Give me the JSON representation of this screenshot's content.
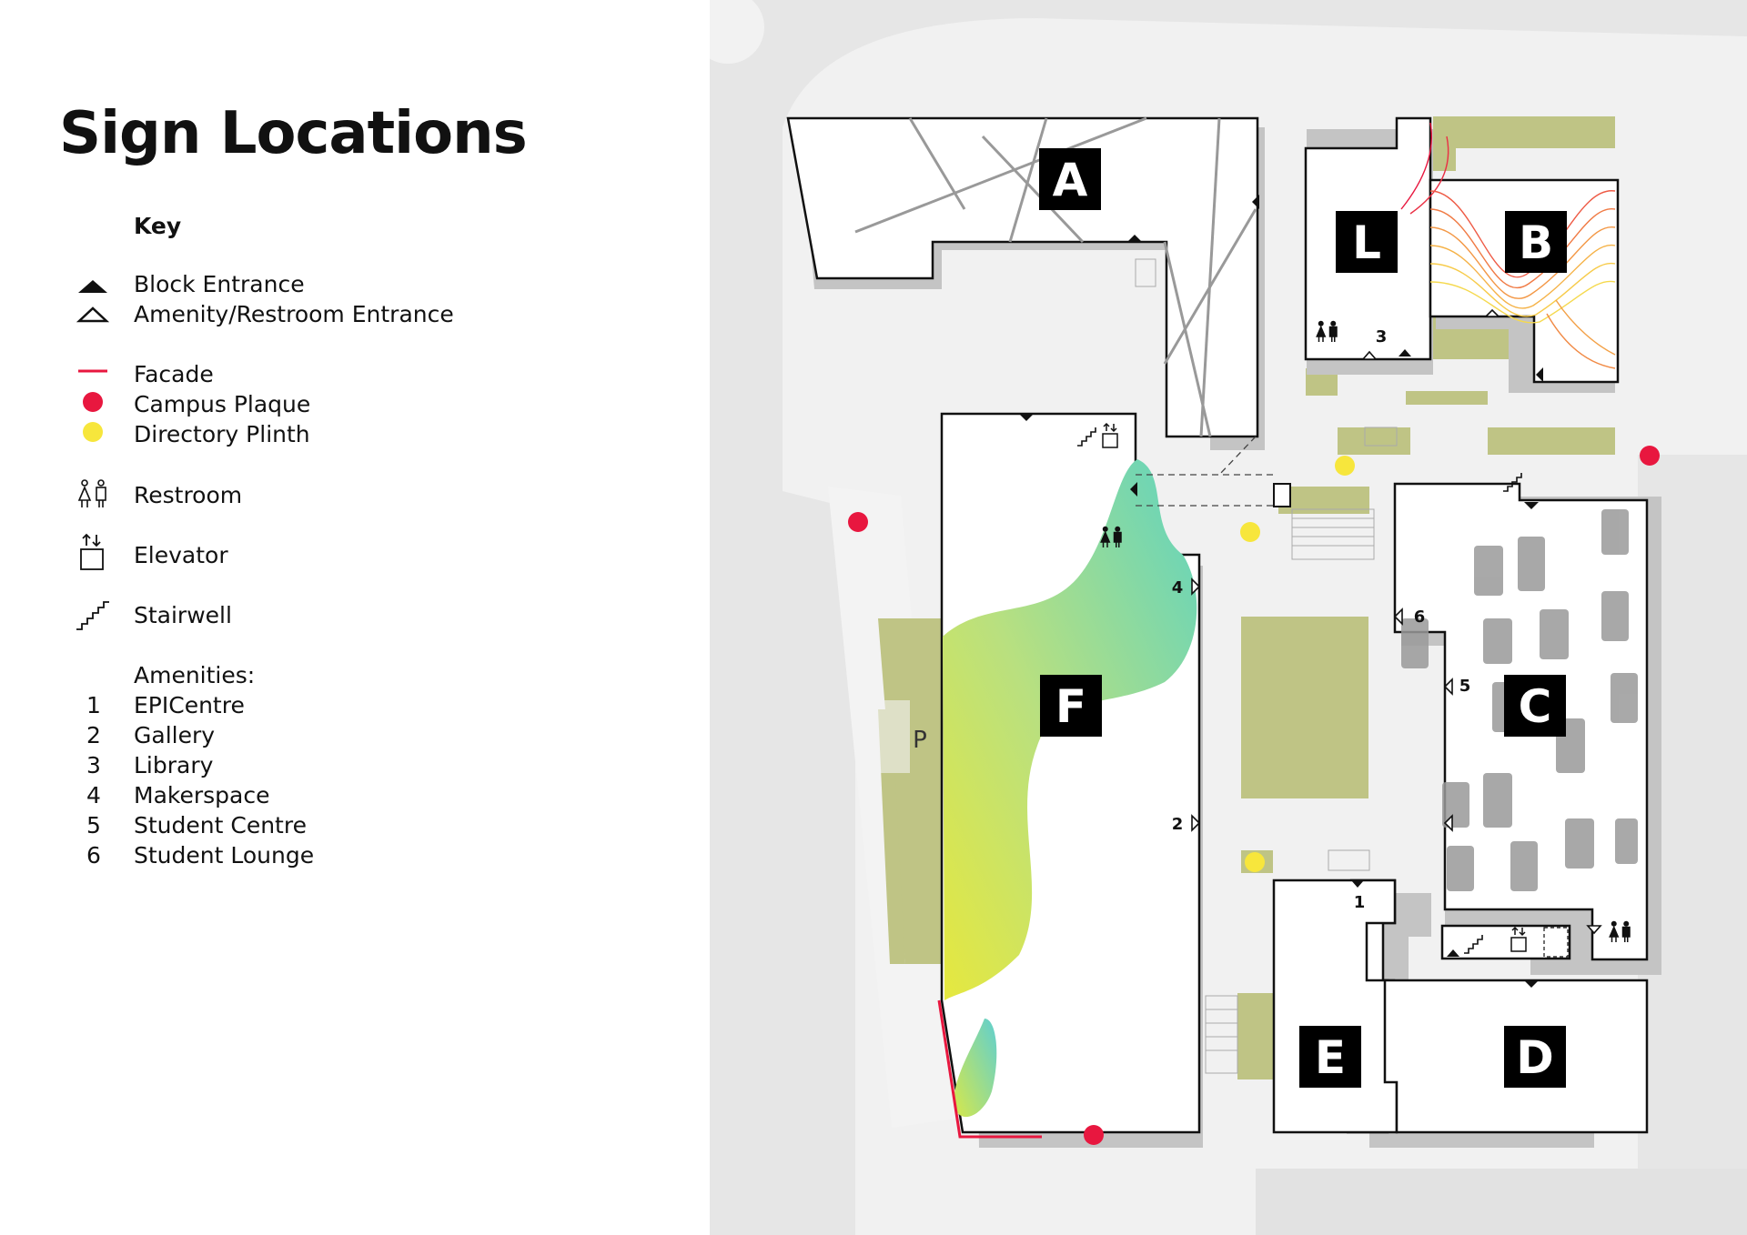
{
  "legend": {
    "title": "Sign Locations",
    "key_heading": "Key",
    "items": [
      {
        "icon": "block-entrance-icon",
        "label": "Block Entrance"
      },
      {
        "icon": "amenity-entrance-icon",
        "label": "Amenity/Restroom Entrance"
      },
      {
        "icon": "facade-icon",
        "label": "Facade",
        "color": "#e8173f"
      },
      {
        "icon": "campus-plaque-icon",
        "label": "Campus Plaque",
        "color": "#e8173f"
      },
      {
        "icon": "directory-plinth-icon",
        "label": "Directory Plinth",
        "color": "#f7e63c"
      },
      {
        "icon": "restroom-icon",
        "label": "Restroom"
      },
      {
        "icon": "elevator-icon",
        "label": "Elevator"
      },
      {
        "icon": "stairwell-icon",
        "label": "Stairwell"
      }
    ],
    "amenities_heading": "Amenities:",
    "amenities": [
      {
        "num": "1",
        "label": "EPICentre"
      },
      {
        "num": "2",
        "label": "Gallery"
      },
      {
        "num": "3",
        "label": "Library"
      },
      {
        "num": "4",
        "label": "Makerspace"
      },
      {
        "num": "5",
        "label": "Student Centre"
      },
      {
        "num": "6",
        "label": "Student Lounge"
      }
    ]
  },
  "map": {
    "blocks": [
      "A",
      "B",
      "C",
      "D",
      "E",
      "F",
      "L"
    ],
    "amenity_numbers": [
      "1",
      "2",
      "3",
      "4",
      "5",
      "6"
    ],
    "parking_label": "P",
    "colors": {
      "plaque": "#e8173f",
      "plinth": "#f7e63c",
      "facade": "#e8173f",
      "grass": "#bfc485",
      "ground": "#e6e6e6",
      "path": "#f0f0f0",
      "building": "#ffffff",
      "label_bg": "#000000"
    }
  }
}
